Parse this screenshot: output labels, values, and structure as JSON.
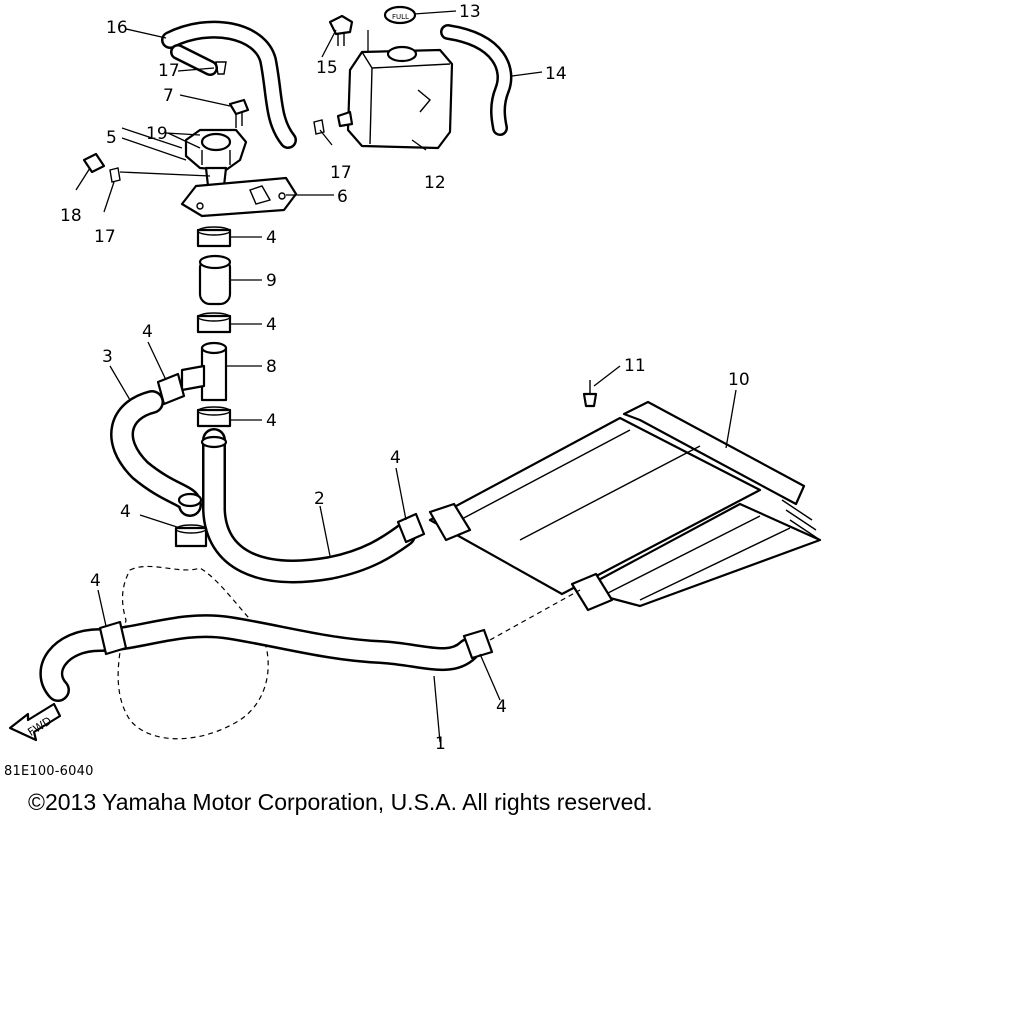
{
  "callouts": {
    "c16": "16",
    "c13": "13",
    "c15": "15",
    "c17a": "17",
    "c7": "7",
    "c14": "14",
    "c5": "5",
    "c19": "19",
    "c17b": "17",
    "c12": "12",
    "c6": "6",
    "c18": "18",
    "c17c": "17",
    "c4a": "4",
    "c9": "9",
    "c4b": "4",
    "c3": "3",
    "c4c": "4",
    "c8": "8",
    "c11": "11",
    "c10": "10",
    "c4d": "4",
    "c4e": "4",
    "c2": "2",
    "c4f": "4",
    "c4g": "4",
    "c4h": "4",
    "c1": "1"
  },
  "tank_cap_label": "FULL",
  "fwd_label": "FWD",
  "drawing_code": "81E100-6040",
  "copyright": "©2013 Yamaha Motor Corporation, U.S.A. All rights reserved."
}
